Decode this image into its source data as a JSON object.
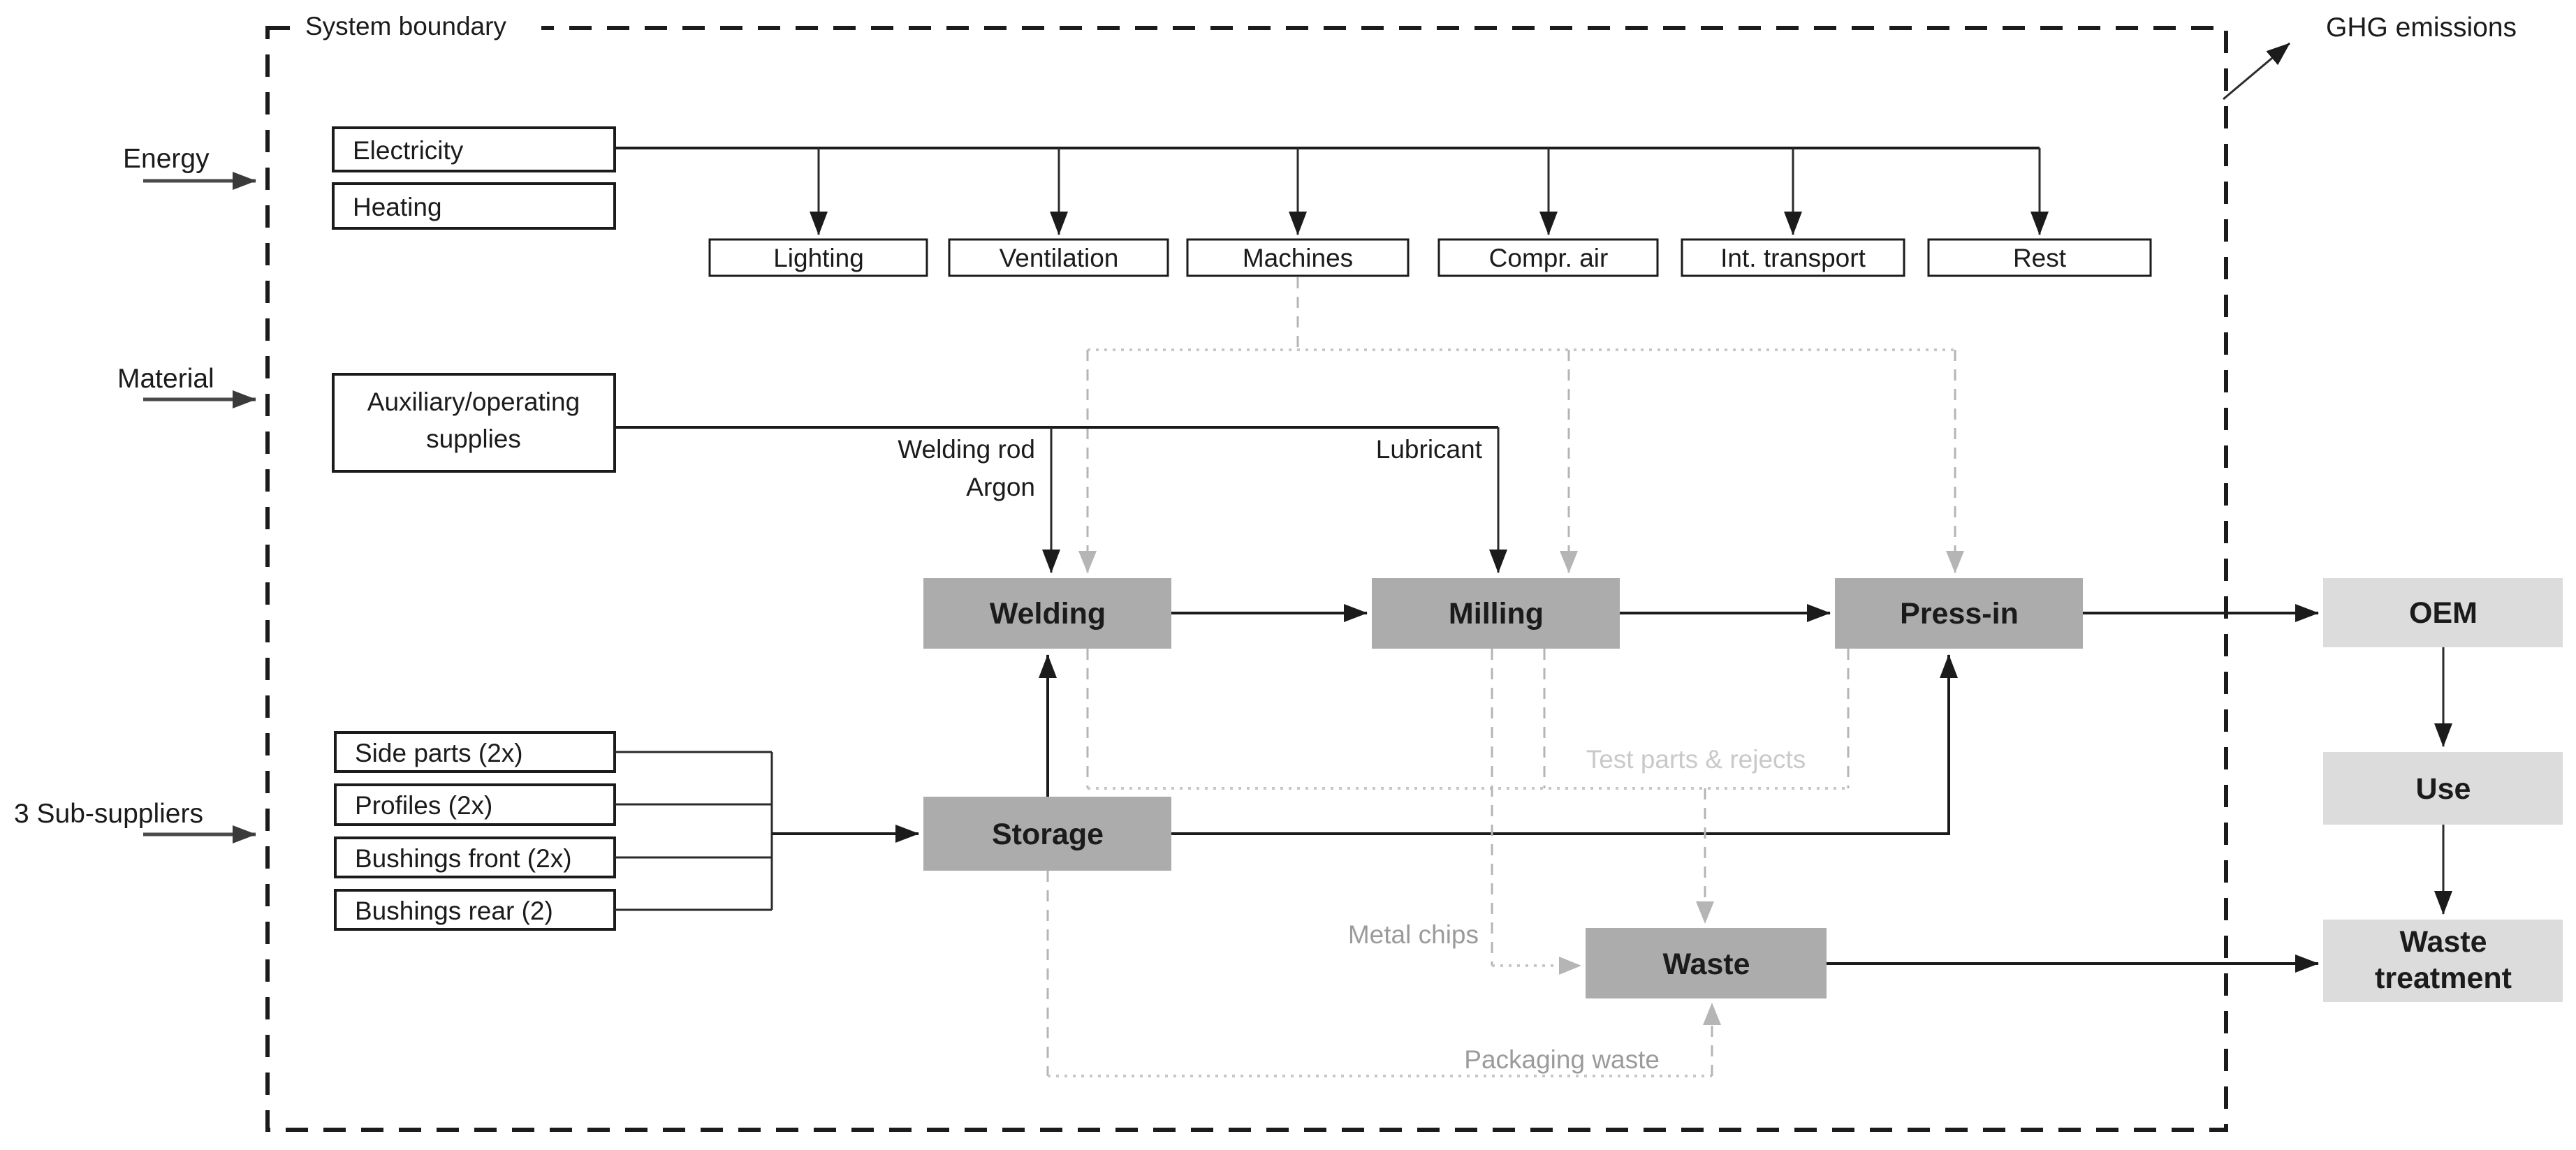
{
  "diagram": {
    "title": "System boundary",
    "ghg_label": "GHG emissions",
    "external_inputs": {
      "energy": "Energy",
      "material": "Material",
      "subsuppliers": "3 Sub-suppliers"
    },
    "energy_carriers": {
      "electricity": "Electricity",
      "heating": "Heating"
    },
    "electricity_consumers": [
      "Lighting",
      "Ventilation",
      "Machines",
      "Compr. air",
      "Int. transport",
      "Rest"
    ],
    "material_supply": {
      "line1": "Auxiliary/operating",
      "line2": "supplies"
    },
    "supply_flows": {
      "welding_rod": "Welding rod",
      "argon": "Argon",
      "lubricant": "Lubricant"
    },
    "delivered_parts": [
      "Side parts (2x)",
      "Profiles (2x)",
      "Bushings front (2x)",
      "Bushings rear (2)"
    ],
    "processes": {
      "welding": "Welding",
      "milling": "Milling",
      "press_in": "Press-in",
      "storage": "Storage",
      "waste": "Waste"
    },
    "waste_flows": {
      "test_parts": "Test parts & rejects",
      "metal_chips": "Metal chips",
      "packaging": "Packaging waste"
    },
    "downstream": {
      "oem": "OEM",
      "use": "Use",
      "waste_treatment_line1": "Waste",
      "waste_treatment_line2": "treatment"
    },
    "colors": {
      "line_black": "#1b1b1b",
      "input_arrow_gray": "#4a4a4a",
      "process_fill": "#acacac",
      "downstream_fill": "#dcdcdc",
      "gray_flow": "#b5b5b5",
      "gray_flow_dotted": "#c7c7c7",
      "gray_label_light": "#c9c9c9",
      "gray_label": "#9b9b9b"
    }
  }
}
